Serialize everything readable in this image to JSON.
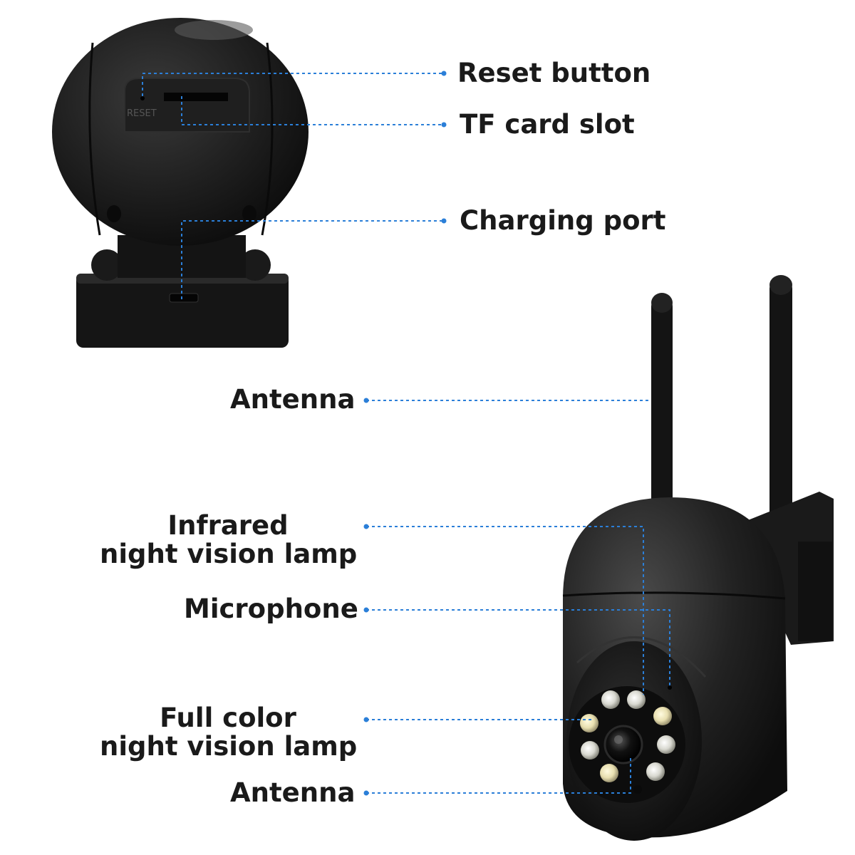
{
  "callouts": {
    "reset_button": "Reset button",
    "tf_card_slot": "TF card slot",
    "charging_port": "Charging port",
    "antenna_top": "Antenna",
    "infrared_line1": "Infrared",
    "infrared_line2": "night vision lamp",
    "microphone": "Microphone",
    "full_color_line1": "Full color",
    "full_color_line2": "night vision lamp",
    "antenna_bottom": "Antenna"
  },
  "device_markings": {
    "reset_text": "RESET"
  },
  "colors": {
    "callout_line": "#2b7fd8",
    "device_body": "#1c1c1c",
    "label_text": "#1a1a1a"
  }
}
